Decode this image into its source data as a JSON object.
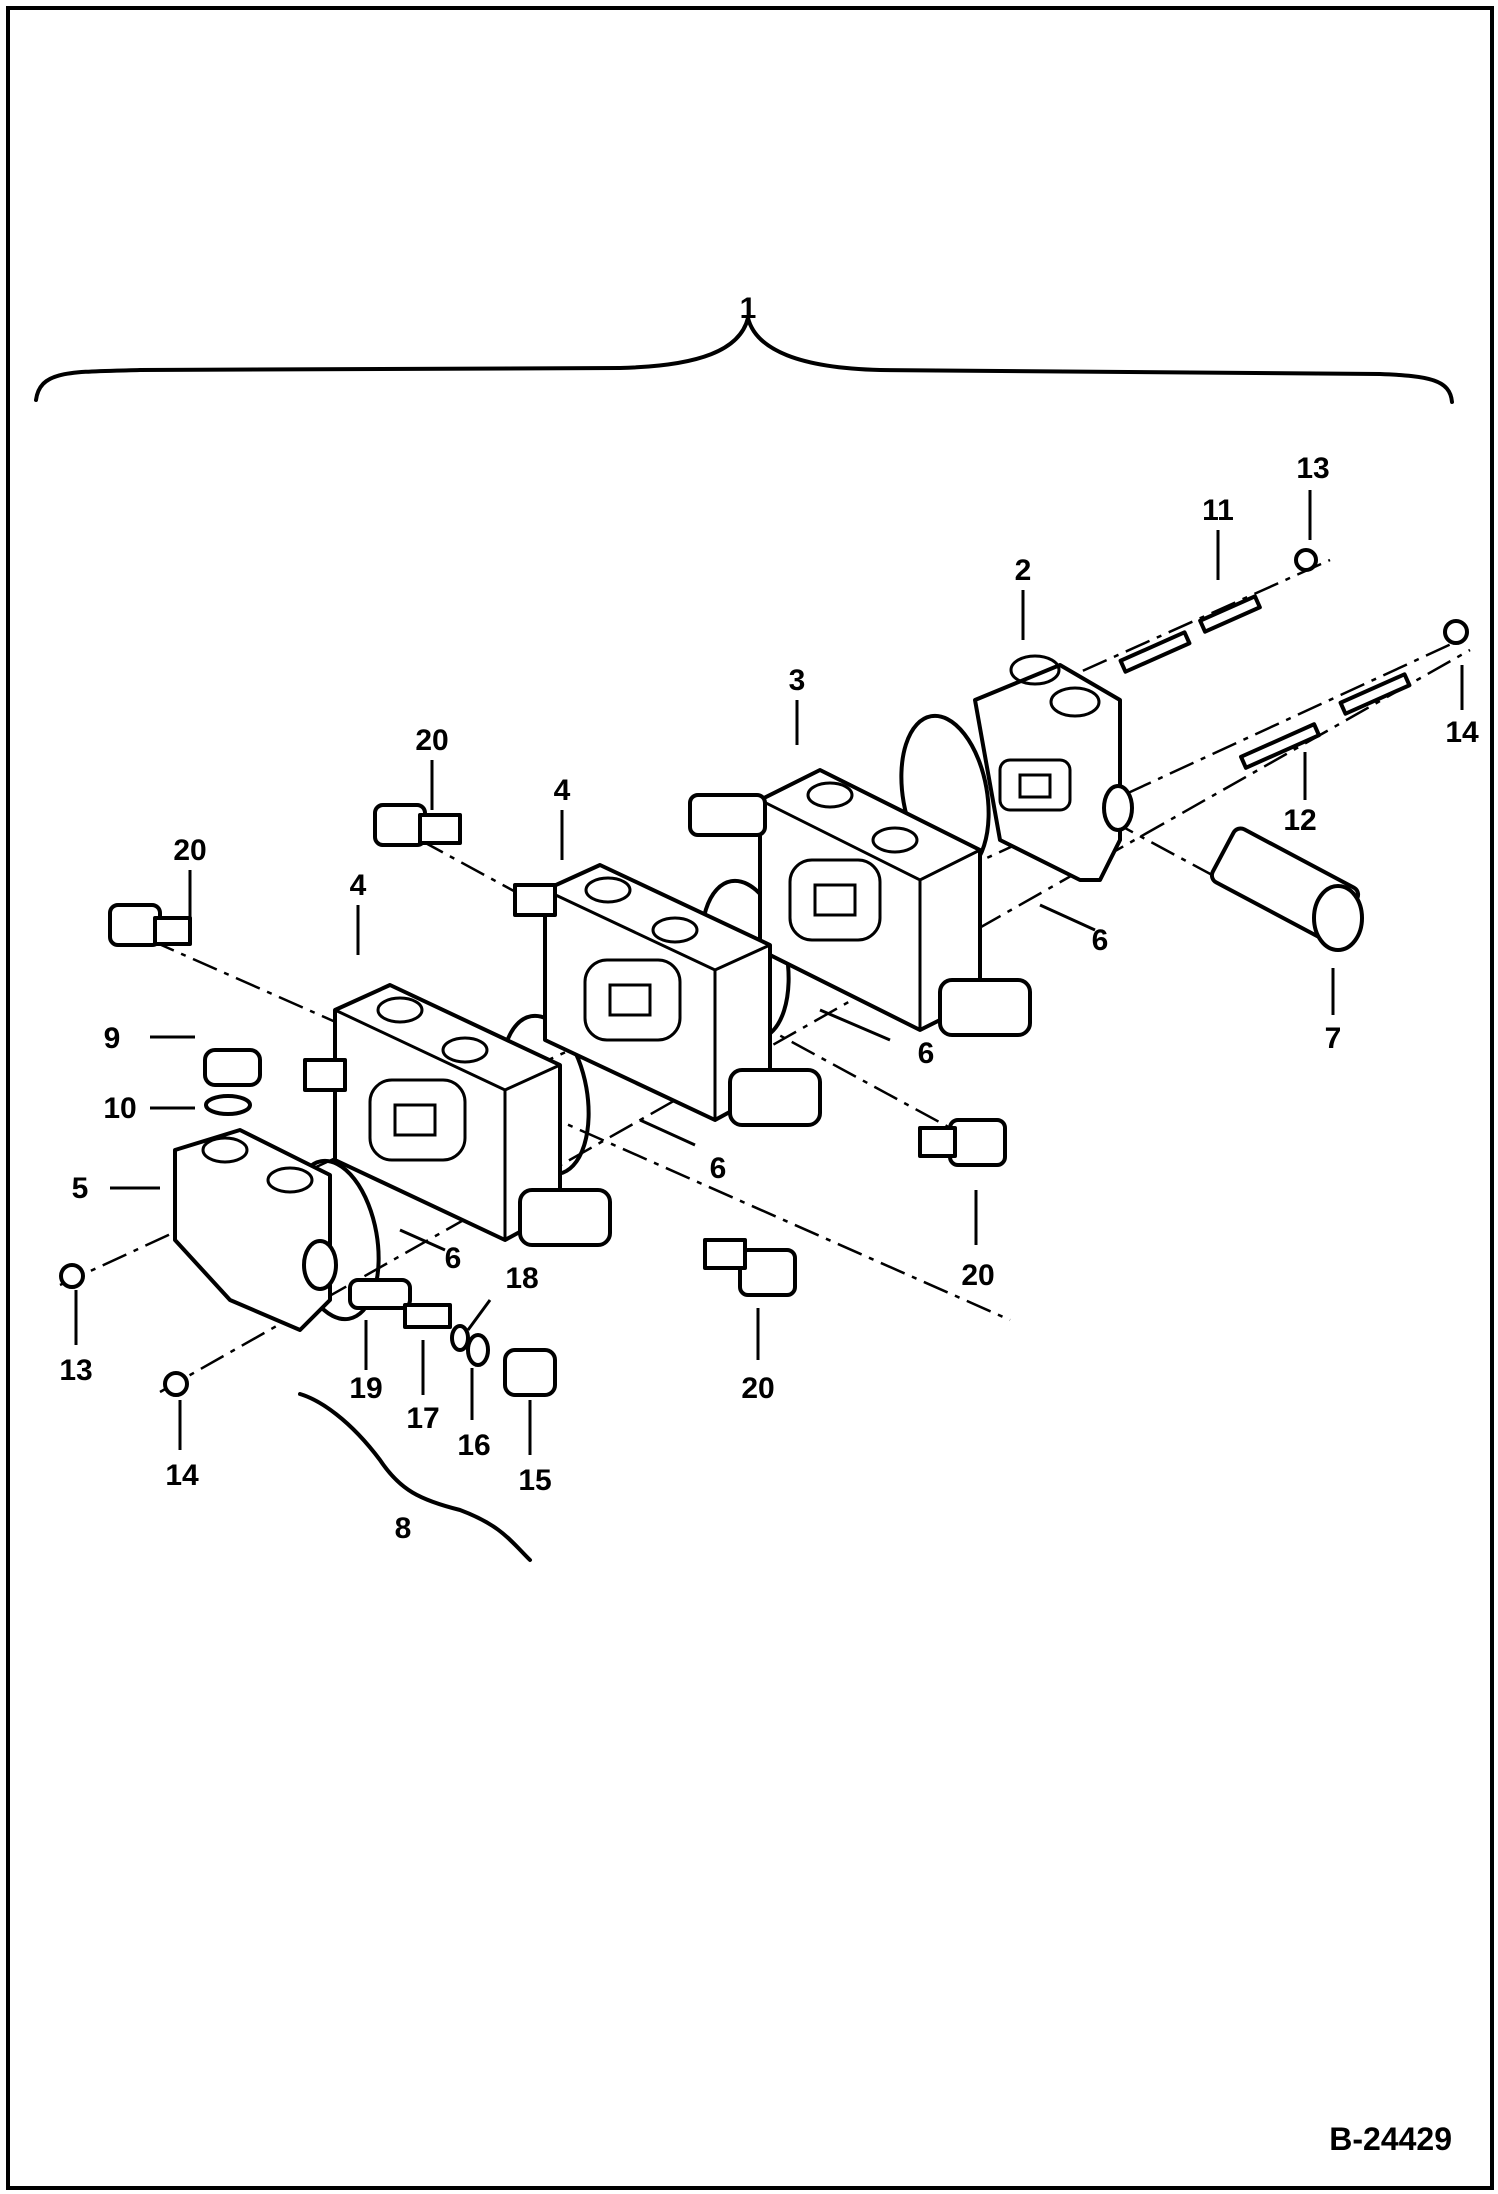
{
  "diagram": {
    "reference_code": "B-24429",
    "callouts": [
      {
        "id": "c1",
        "text": "1"
      },
      {
        "id": "c2",
        "text": "2"
      },
      {
        "id": "c3",
        "text": "3"
      },
      {
        "id": "c4a",
        "text": "4"
      },
      {
        "id": "c4b",
        "text": "4"
      },
      {
        "id": "c5",
        "text": "5"
      },
      {
        "id": "c6a",
        "text": "6"
      },
      {
        "id": "c6b",
        "text": "6"
      },
      {
        "id": "c6c",
        "text": "6"
      },
      {
        "id": "c6d",
        "text": "6"
      },
      {
        "id": "c7",
        "text": "7"
      },
      {
        "id": "c8",
        "text": "8"
      },
      {
        "id": "c9",
        "text": "9"
      },
      {
        "id": "c10",
        "text": "10"
      },
      {
        "id": "c11",
        "text": "11"
      },
      {
        "id": "c12",
        "text": "12"
      },
      {
        "id": "c13a",
        "text": "13"
      },
      {
        "id": "c13b",
        "text": "13"
      },
      {
        "id": "c14a",
        "text": "14"
      },
      {
        "id": "c14b",
        "text": "14"
      },
      {
        "id": "c15",
        "text": "15"
      },
      {
        "id": "c16",
        "text": "16"
      },
      {
        "id": "c17",
        "text": "17"
      },
      {
        "id": "c18",
        "text": "18"
      },
      {
        "id": "c19",
        "text": "19"
      },
      {
        "id": "c20a",
        "text": "20"
      },
      {
        "id": "c20b",
        "text": "20"
      },
      {
        "id": "c20c",
        "text": "20"
      },
      {
        "id": "c20d",
        "text": "20"
      }
    ]
  }
}
